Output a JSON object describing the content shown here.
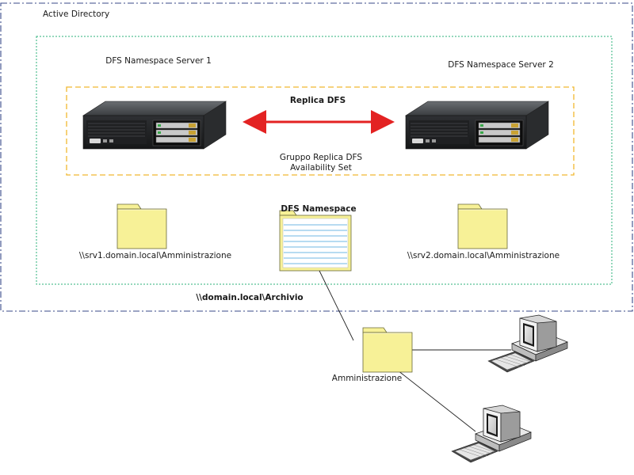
{
  "active_directory": {
    "label": "Active Directory"
  },
  "servers": {
    "server1": {
      "label": "DFS Namespace Server 1"
    },
    "server2": {
      "label": "DFS Namespace Server 2"
    }
  },
  "replication": {
    "title": "Replica DFS",
    "group_line1": "Gruppo Replica DFS",
    "group_line2": "Availability Set",
    "arrow_color": "#e32222"
  },
  "folders": {
    "left_share": "\\\\srv1.domain.local\\Amministrazione",
    "right_share": "\\\\srv2.domain.local\\Amministrazione",
    "namespace_title": "DFS Namespace",
    "namespace_path": "\\\\domain.local\\Archivio",
    "client_folder": "Amministrazione"
  },
  "colors": {
    "folder_fill": "#f7f197",
    "folder_stroke": "#6a6a3a",
    "ad_border": "#3a4a8a",
    "namespace_border": "#2bb07a",
    "replica_group_border": "#f0b830"
  },
  "icons": {
    "server": "rack-server-icon",
    "folder": "folder-icon",
    "document": "namespace-document-icon",
    "client": "desktop-computer-icon"
  }
}
